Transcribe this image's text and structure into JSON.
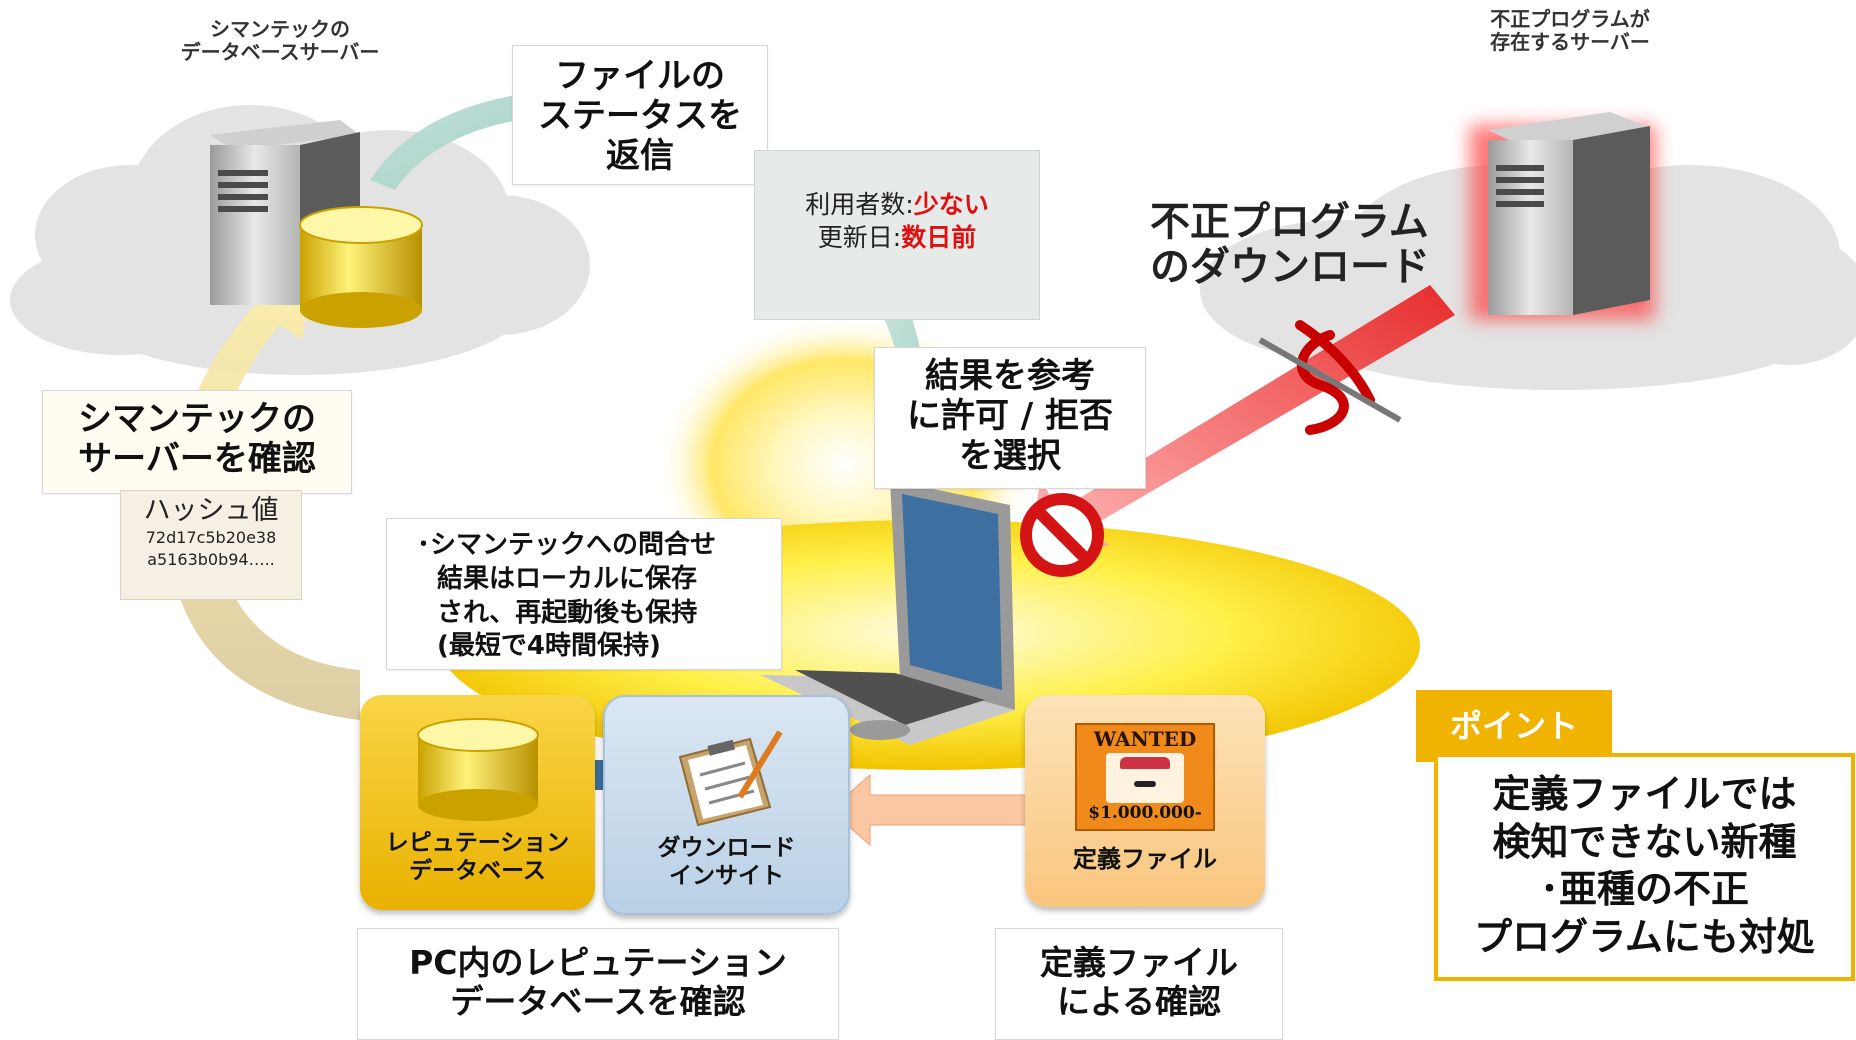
{
  "captions": {
    "symantec_db_server": [
      "シマンテックの",
      "データベースサーバー"
    ],
    "malicious_server": [
      "不正プログラムが",
      "存在するサーバー"
    ]
  },
  "return_status": [
    "ファイルの",
    "ステータスを",
    "返信"
  ],
  "status_note": {
    "users_label": "利用者数:",
    "users_value": "少ない",
    "updated_label": "更新日:",
    "updated_value": "数日前"
  },
  "malware_download": [
    "不正プログラム",
    "のダウンロード"
  ],
  "decide": [
    "結果を参考",
    "に許可 / 拒否",
    "を選択"
  ],
  "check_server": [
    "シマンテックの",
    "サーバーを確認"
  ],
  "hash": {
    "label": "ハッシュ値",
    "line1": "72d17c5b20e38",
    "line2": "a5163b0b94….."
  },
  "cache_note": [
    "･シマンテックへの問合せ",
    "結果はローカルに保存",
    "され、再起動後も保持",
    "(最短で4時間保持)"
  ],
  "tiles": {
    "reputation_db": [
      "レピュテーション",
      "データベース"
    ],
    "download_insight": [
      "ダウンロード",
      "インサイト"
    ],
    "definition_file": "定義ファイル",
    "wanted_title": "WANTED",
    "wanted_reward": "$1.000.000-"
  },
  "pc_db_check": [
    "PC内のレピュテーション",
    "データベースを確認"
  ],
  "def_check": [
    "定義ファイル",
    "による確認"
  ],
  "point": {
    "label": "ポイント",
    "lines": [
      "定義ファイルでは",
      "検知できない新種",
      "･亜種の不正",
      "プログラムにも対処"
    ]
  },
  "colors": {
    "accent_gold": "#f0b400",
    "warning_red": "#e01010",
    "reputation_tile": "#f3c11a",
    "insight_tile": "#c9dcef",
    "definition_tile": "#fdd9a0"
  }
}
